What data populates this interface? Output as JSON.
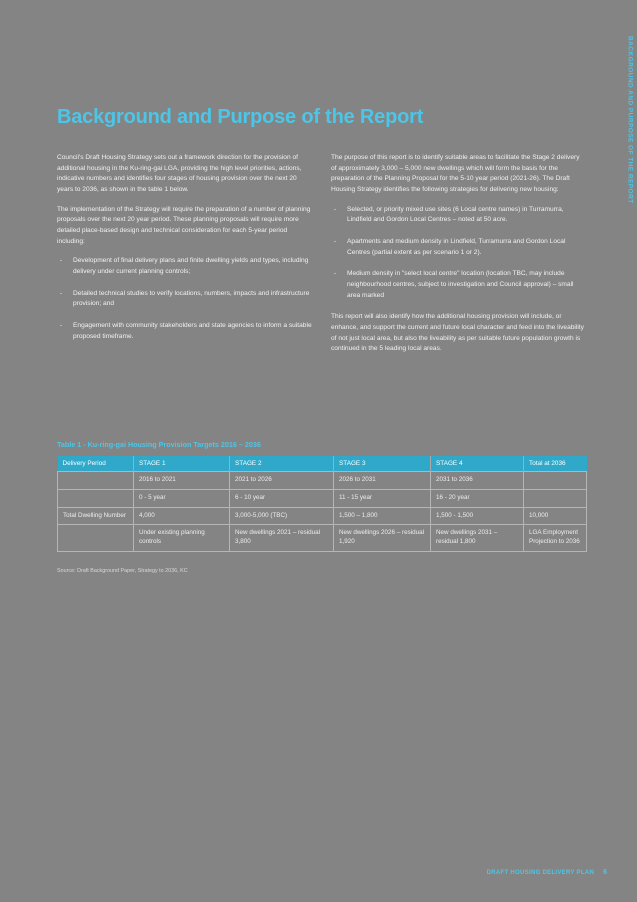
{
  "side_tab": {
    "label": "BACKGROUND AND PURPOSE OF THE REPORT"
  },
  "heading": "Background and Purpose of the Report",
  "left_column": {
    "paragraphs": [
      "Council's Draft Housing Strategy sets out a framework direction for the provision of additional housing in the Ku-ring-gai LGA, providing the high level priorities, actions, indicative numbers and identifies four stages of housing provision over the next 20 years to 2036, as shown in the table 1 below.",
      "The implementation of the Strategy will require the preparation of a number of planning proposals over the next 20 year period. These planning proposals will require more detailed place-based design and technical consideration for each 5-year period including:"
    ],
    "bullets": [
      "Development of final delivery plans and finite dwelling yields and types, including delivery under current planning controls;",
      "Detailed technical studies to verify locations, numbers, impacts and infrastructure provision; and",
      "Engagement with community stakeholders and state agencies to inform a suitable proposed timeframe."
    ]
  },
  "right_column": {
    "paragraphs_top": [
      "The purpose of this report is to identify suitable areas to facilitate the Stage 2 delivery of approximately 3,000 – 5,000 new dwellings which will form the basis for the preparation of the Planning Proposal for the 5-10 year period (2021-26). The Draft Housing Strategy identifies the following strategies for delivering new housing:"
    ],
    "bullets": [
      "Selected, or priority mixed use sites (6 Local centre names) in Turramurra, Lindfield and Gordon Local Centres – noted at 50 acre.",
      "Apartments and medium density in Lindfield, Turramurra and Gordon Local Centres (partial extent as per scenario 1 or 2).",
      "Medium density in \"select local centre\" location (location TBC, may include neighbourhood centres, subject to investigation and Council approval) – small area marked"
    ],
    "paragraphs_bottom": [
      "This report will also identify how the additional housing provision will include, or enhance, and support the current and future local character and feed into the liveability of not just local area, but also the liveability as per suitable future population growth is continued in the 5 leading local areas."
    ]
  },
  "table": {
    "caption": "Table 1 - Ku-ring-gai Housing Provision Targets 2016 – 2036",
    "headers": [
      "Delivery Period",
      "STAGE 1",
      "STAGE 2",
      "STAGE 3",
      "STAGE 4",
      "Total at 2036"
    ],
    "rows": [
      {
        "label": "",
        "cells": [
          "2016 to 2021",
          "2021 to 2026",
          "2026 to 2031",
          "2031 to 2036",
          ""
        ]
      },
      {
        "label": "",
        "cells": [
          "0 - 5 year",
          "6 - 10 year",
          "11 - 15 year",
          "16 - 20 year",
          ""
        ]
      },
      {
        "label": "Total Dwelling Number",
        "cells": [
          "4,000",
          "3,000-5,000 (TBC)",
          "1,500 – 1,800",
          "1,500 - 1,500",
          "10,000"
        ]
      },
      {
        "label": "",
        "cells": [
          "Under existing planning controls",
          "New dwellings 2021 – residual 3,800",
          "New dwellings 2026 – residual 1,920",
          "New dwellings 2031 – residual 1,800",
          "LGA Employment Projection to 2036"
        ]
      }
    ],
    "source": "Source: Draft Background Paper, Strategy to 2036, KC"
  },
  "footer": {
    "title": "DRAFT HOUSING DELIVERY PLAN",
    "page": "6"
  },
  "colors": {
    "accent": "#4cc6e8",
    "table_header": "#2fa8c9",
    "page_background": "#848484"
  }
}
